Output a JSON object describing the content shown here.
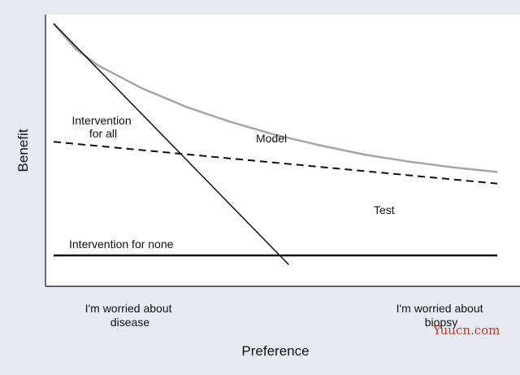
{
  "chart_data": {
    "type": "line",
    "title": "",
    "xlabel": "Preference",
    "ylabel": "Benefit",
    "x_tick_labels": [
      "I'm worried about\ndisease",
      "I'm worried about\nbiopsy"
    ],
    "x": [
      0,
      0.05,
      0.1,
      0.2,
      0.3,
      0.4,
      0.5,
      0.6,
      0.7,
      0.8,
      0.9,
      1.0
    ],
    "series": [
      {
        "name": "Intervention for all",
        "label": "Intervention\nfor all",
        "color": "#111111",
        "dash": "solid",
        "width": 1.5,
        "x": [
          0,
          0.53
        ],
        "values": [
          1.0,
          -0.04
        ]
      },
      {
        "name": "Model",
        "label": "Model",
        "color": "#a6a6a6",
        "dash": "solid",
        "width": 2.5,
        "x": [
          0,
          0.05,
          0.1,
          0.2,
          0.3,
          0.4,
          0.5,
          0.6,
          0.7,
          0.8,
          0.9,
          1.0
        ],
        "values": [
          1.0,
          0.89,
          0.82,
          0.72,
          0.64,
          0.575,
          0.52,
          0.475,
          0.435,
          0.405,
          0.38,
          0.36
        ]
      },
      {
        "name": "Test",
        "label": "Test",
        "color": "#111111",
        "dash": "dashed",
        "width": 2,
        "x": [
          0,
          1.0
        ],
        "values": [
          0.49,
          0.31
        ]
      },
      {
        "name": "Intervention for none",
        "label": "Intervention for none",
        "color": "#111111",
        "dash": "solid",
        "width": 2.5,
        "x": [
          0,
          1.0
        ],
        "values": [
          0.0,
          0.0
        ]
      }
    ],
    "xlim": [
      -0.02,
      1.0
    ],
    "ylim": [
      -0.13,
      1.03
    ],
    "grid": false,
    "legend": "none",
    "watermark": "Yuucn.com"
  }
}
